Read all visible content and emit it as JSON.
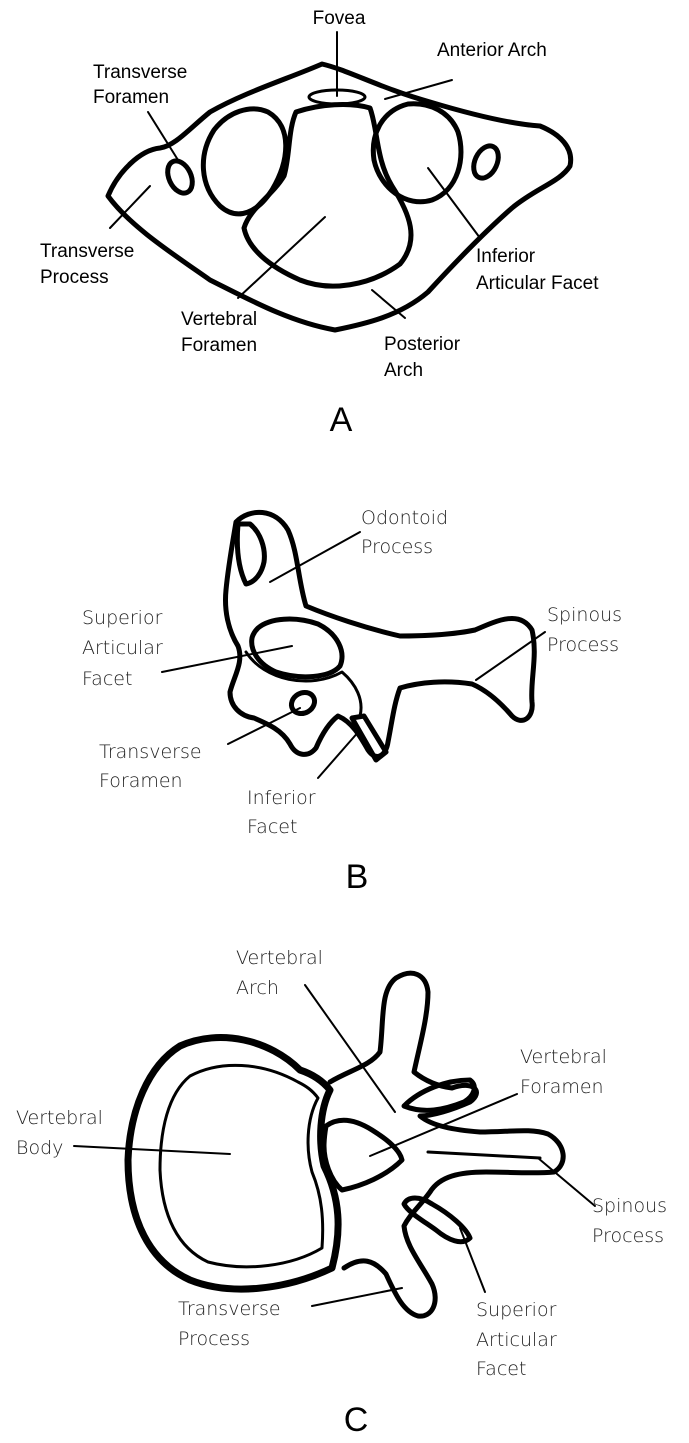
{
  "panels": [
    {
      "id": "A",
      "panel_label": "A",
      "labels": [
        {
          "key": "fovea",
          "lines": [
            "Fovea"
          ]
        },
        {
          "key": "anterior_arch",
          "lines": [
            "Anterior Arch"
          ]
        },
        {
          "key": "transverse_foramen",
          "lines": [
            "Transverse",
            "Foramen"
          ]
        },
        {
          "key": "transverse_process",
          "lines": [
            "Transverse",
            "Process"
          ]
        },
        {
          "key": "inferior_articular_facet",
          "lines": [
            "Inferior",
            "Articular Facet"
          ]
        },
        {
          "key": "vertebral_foramen",
          "lines": [
            "Vertebral",
            "Foramen"
          ]
        },
        {
          "key": "posterior_arch",
          "lines": [
            "Posterior",
            "Arch"
          ]
        }
      ]
    },
    {
      "id": "B",
      "panel_label": "B",
      "labels": [
        {
          "key": "odontoid_process",
          "lines": [
            "Odontoid",
            "Process"
          ]
        },
        {
          "key": "superior_articular_facet",
          "lines": [
            "Superior",
            "Articular",
            "Facet"
          ]
        },
        {
          "key": "spinous_process",
          "lines": [
            "Spinous",
            "Process"
          ]
        },
        {
          "key": "transverse_foramen",
          "lines": [
            "Transverse",
            "Foramen"
          ]
        },
        {
          "key": "inferior_facet",
          "lines": [
            "Inferior",
            "Facet"
          ]
        }
      ]
    },
    {
      "id": "C",
      "panel_label": "C",
      "labels": [
        {
          "key": "vertebral_arch",
          "lines": [
            "Vertebral",
            "Arch"
          ]
        },
        {
          "key": "vertebral_foramen",
          "lines": [
            "Vertebral",
            "Foramen"
          ]
        },
        {
          "key": "vertebral_body",
          "lines": [
            "Vertebral",
            "Body"
          ]
        },
        {
          "key": "spinous_process",
          "lines": [
            "Spinous",
            "Process"
          ]
        },
        {
          "key": "superior_articular_facet",
          "lines": [
            "Superior",
            "Articular",
            "Facet"
          ]
        },
        {
          "key": "transverse_process",
          "lines": [
            "Transverse",
            "Process"
          ]
        }
      ]
    }
  ]
}
